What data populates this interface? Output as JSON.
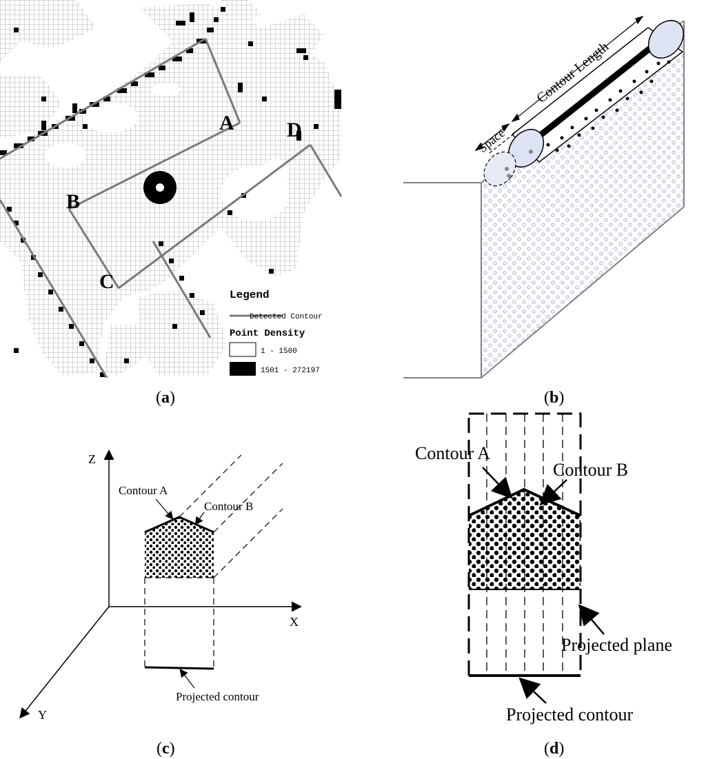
{
  "panel_a": {
    "caption_letter": "a",
    "points": {
      "A": "A",
      "B": "B",
      "C": "C",
      "D": "D"
    },
    "legend": {
      "title": "Legend",
      "contour_label": "Detected Contour",
      "density_title": "Point Density",
      "bin_low": "1 - 1500",
      "bin_high": "1501 - 272197"
    }
  },
  "panel_b": {
    "caption_letter": "b",
    "contour_length_label": "Contour Length",
    "space_label": "Space"
  },
  "panel_c": {
    "caption_letter": "c",
    "axis_x": "X",
    "axis_y": "Y",
    "axis_z": "Z",
    "contour_a": "Contour A",
    "contour_b": "Contour B",
    "projected_contour": "Projected contour"
  },
  "panel_d": {
    "caption_letter": "d",
    "contour_a": "Contour A",
    "contour_b": "Contour B",
    "projected_plane": "Projected plane",
    "projected_contour": "Projected contour"
  }
}
